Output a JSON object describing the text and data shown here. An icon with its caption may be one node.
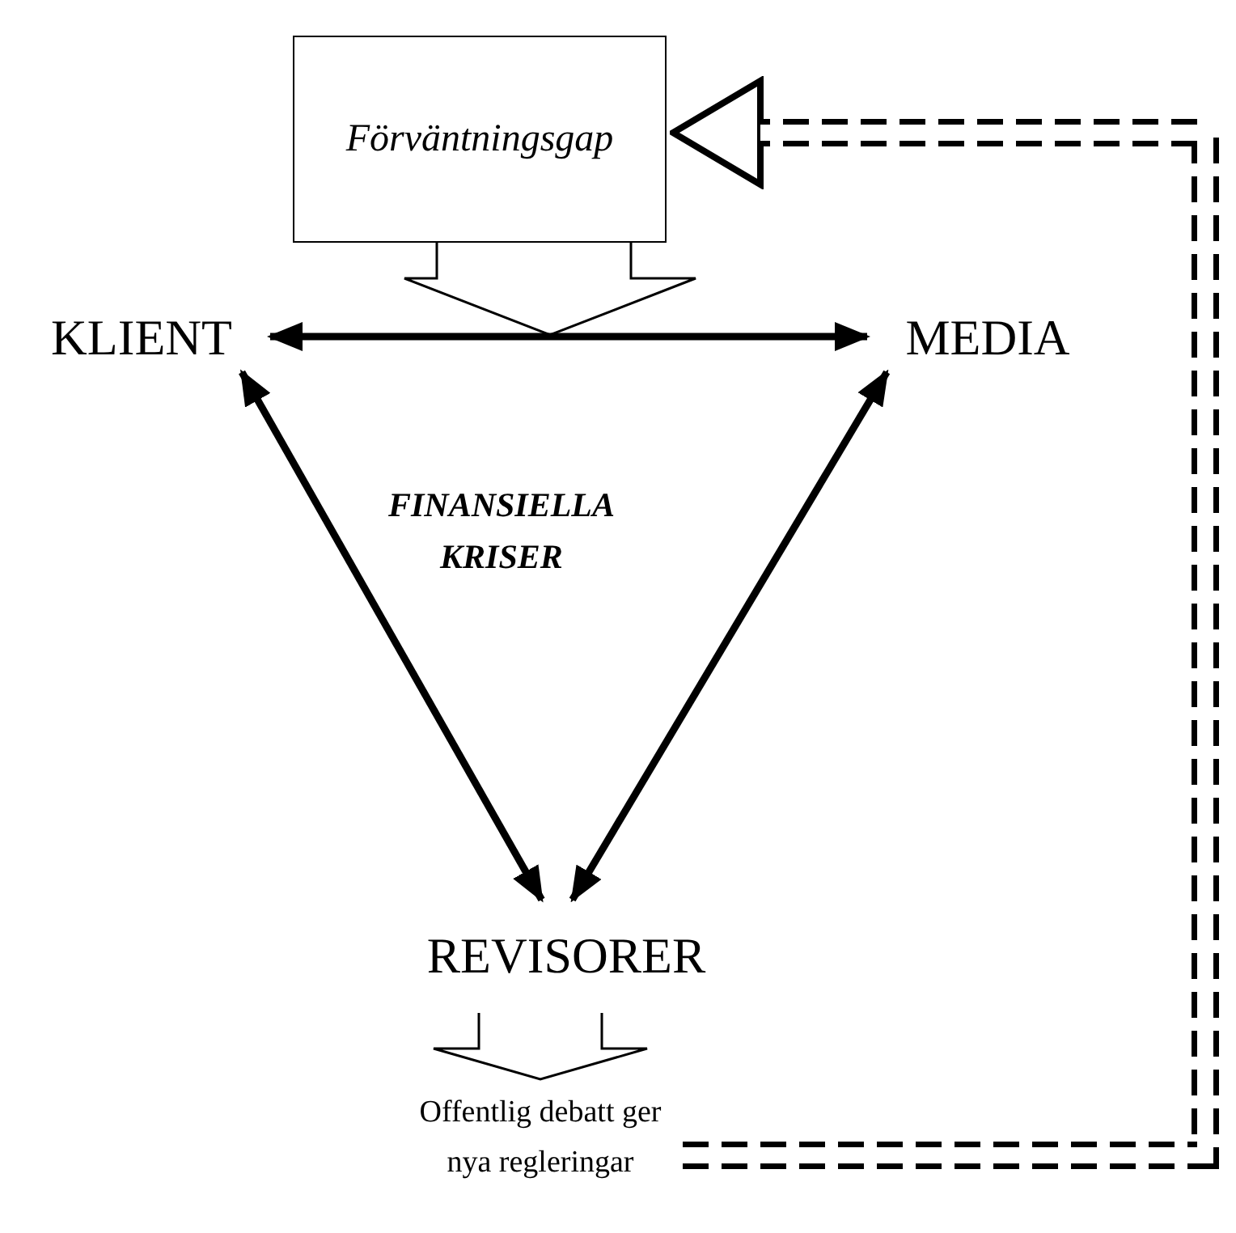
{
  "diagram": {
    "nodes": [
      {
        "text": [
          "Förväntningsgap"
        ]
      },
      {
        "text": [
          "KLIENT"
        ]
      },
      {
        "text": [
          "MEDIA"
        ]
      },
      {
        "text": [
          "REVISORER"
        ]
      },
      {
        "text": [
          "Offentlig debatt ger nya regleringar"
        ]
      }
    ],
    "edges": [
      {
        "from": 0,
        "to": null,
        "arrow": "to"
      },
      {
        "from": 1,
        "to": 2,
        "arrow": "both"
      },
      {
        "from": 1,
        "to": 3,
        "arrow": "both"
      },
      {
        "from": 2,
        "to": 3,
        "arrow": "both"
      },
      {
        "from": 3,
        "to": 4,
        "arrow": "to"
      },
      {
        "from": 4,
        "to": 0,
        "arrow": "to",
        "style": "dashed"
      }
    ],
    "labels": [
      "FINANSIELLA KRISER"
    ]
  }
}
